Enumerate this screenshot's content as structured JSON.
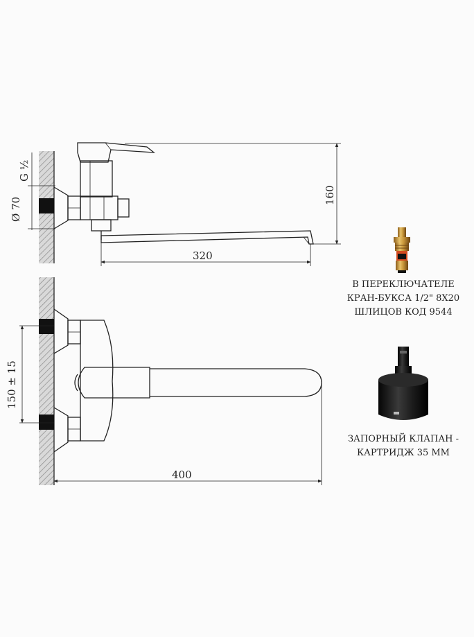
{
  "dimensions": {
    "thread": "G ½",
    "diameter": "Ø 70",
    "height": "160",
    "spout_reach": "320",
    "center_distance": "150 ± 15",
    "total_length": "400"
  },
  "diverter_caption": [
    "В ПЕРЕКЛЮЧАТЕЛЕ",
    "КРАН-БУКСА 1/2\" 8X20",
    "ШЛИЦОВ КОД 9544"
  ],
  "cartridge_caption": [
    "ЗАПОРНЫЙ КЛАПАН -",
    "КАРТРИДЖ 35 ММ"
  ],
  "colors": {
    "line": "#222222",
    "hatch": "#999999",
    "wall": "#c8c8c8",
    "brass": "#c9973a"
  }
}
